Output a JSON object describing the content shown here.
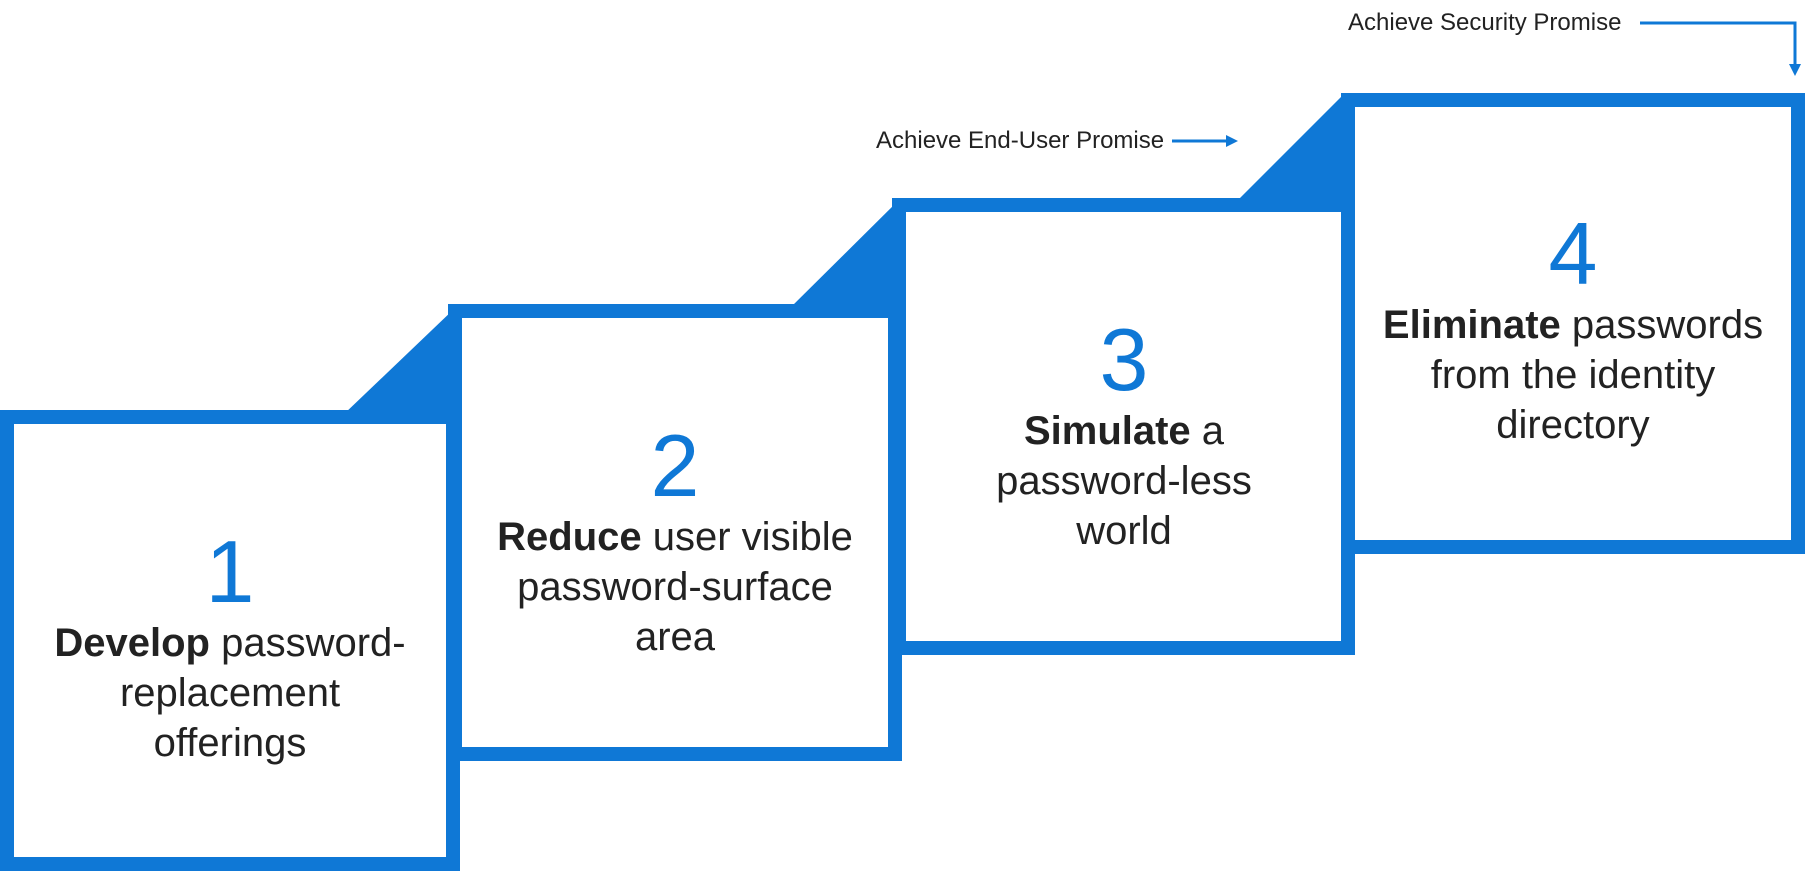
{
  "accent_color": "#0f78d6",
  "steps": [
    {
      "number": "1",
      "verb": "Develop",
      "rest": " password-replacement offerings"
    },
    {
      "number": "2",
      "verb": "Reduce",
      "rest": " user visible password-surface area"
    },
    {
      "number": "3",
      "verb": "Simulate",
      "rest": " a password-less world"
    },
    {
      "number": "4",
      "verb": "Eliminate",
      "rest": " passwords from the identity directory"
    }
  ],
  "promises": {
    "end_user": "Achieve End-User Promise",
    "security": "Achieve Security Promise"
  }
}
